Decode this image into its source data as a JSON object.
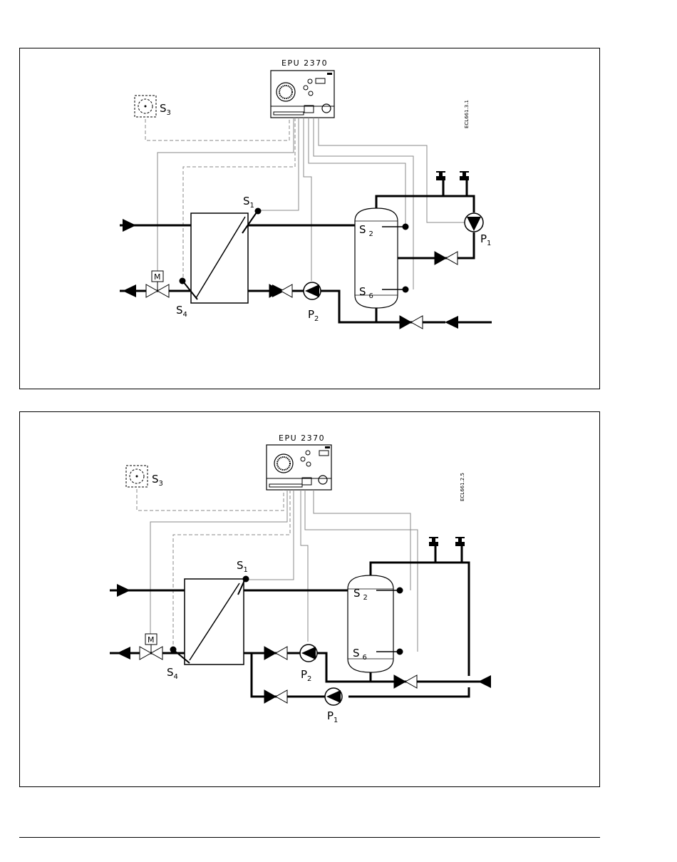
{
  "diagrams": [
    {
      "controller": "EPU 2370",
      "drawing_code": "ECL661.3.1",
      "labels": {
        "s1": {
          "main": "S",
          "sub": "1"
        },
        "s2": {
          "main": "S",
          "sub": "2"
        },
        "s3": {
          "main": "S",
          "sub": "3"
        },
        "s4": {
          "main": "S",
          "sub": "4"
        },
        "s6": {
          "main": "S",
          "sub": "6"
        },
        "p1": {
          "main": "P",
          "sub": "1"
        },
        "p2": {
          "main": "P",
          "sub": "2"
        },
        "motor": "M"
      }
    },
    {
      "controller": "EPU 2370",
      "drawing_code": "ECL661.2.5",
      "labels": {
        "s1": {
          "main": "S",
          "sub": "1"
        },
        "s2": {
          "main": "S",
          "sub": "2"
        },
        "s3": {
          "main": "S",
          "sub": "3"
        },
        "s4": {
          "main": "S",
          "sub": "4"
        },
        "s6": {
          "main": "S",
          "sub": "6"
        },
        "p1": {
          "main": "P",
          "sub": "1"
        },
        "p2": {
          "main": "P",
          "sub": "2"
        },
        "motor": "M"
      }
    }
  ]
}
